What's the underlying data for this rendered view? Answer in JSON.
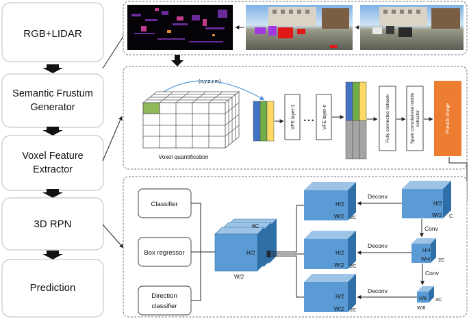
{
  "pipeline": {
    "steps": [
      {
        "label_lines": [
          "RGB+LIDAR"
        ]
      },
      {
        "label_lines": [
          "Semantic Frustum",
          "Generator"
        ]
      },
      {
        "label_lines": [
          "Voxel Feature",
          "Extractor"
        ]
      },
      {
        "label_lines": [
          "3D RPN"
        ]
      },
      {
        "label_lines": [
          "Prediction"
        ]
      }
    ]
  },
  "panel2": {
    "point_label": "(x,y,z,r,m)",
    "voxel_label": "Voxel quantification",
    "vfe1": "VFE layer-1",
    "vfe_dots": "• • •",
    "vfen": "VFE layer-n",
    "fcn": "Fully connected network",
    "sparse": "Spare convolutional middle extractor",
    "pseudo": "Pseudo image"
  },
  "panel3": {
    "classifier": "Classifier",
    "box_regressor": "Box regressor",
    "direction_lines": [
      "Direction",
      "classifier"
    ],
    "big_block": {
      "c": "6C",
      "h": "H/2",
      "w": "W/2"
    },
    "deconv": "Deconv",
    "conv": "Conv",
    "deconv_blocks": [
      {
        "h": "H/2",
        "w": "W/2",
        "c": "2C"
      },
      {
        "h": "H/2",
        "w": "W/2",
        "c": "2C"
      },
      {
        "h": "H/2",
        "w": "W/2",
        "c": "2C"
      }
    ],
    "enc_blocks": [
      {
        "h": "H/2",
        "w": "W/2",
        "c": "C"
      },
      {
        "h": "H/4",
        "w": "W/4",
        "c": "2C"
      },
      {
        "h": "H/8",
        "w": "W/8",
        "c": "4C"
      }
    ]
  },
  "colors": {
    "block_front": "#5b9bd5",
    "block_top": "#9dc3e6",
    "block_side": "#2f6fa8",
    "pseudo": "#ed7d31",
    "feat_blue": "#4472c4",
    "feat_green": "#70ad47",
    "feat_yellow": "#ffd966",
    "feat_gray": "#a5a5a5",
    "voxel_green": "#8fb858",
    "arrow": "#222222",
    "curve": "#5b9bd5"
  }
}
